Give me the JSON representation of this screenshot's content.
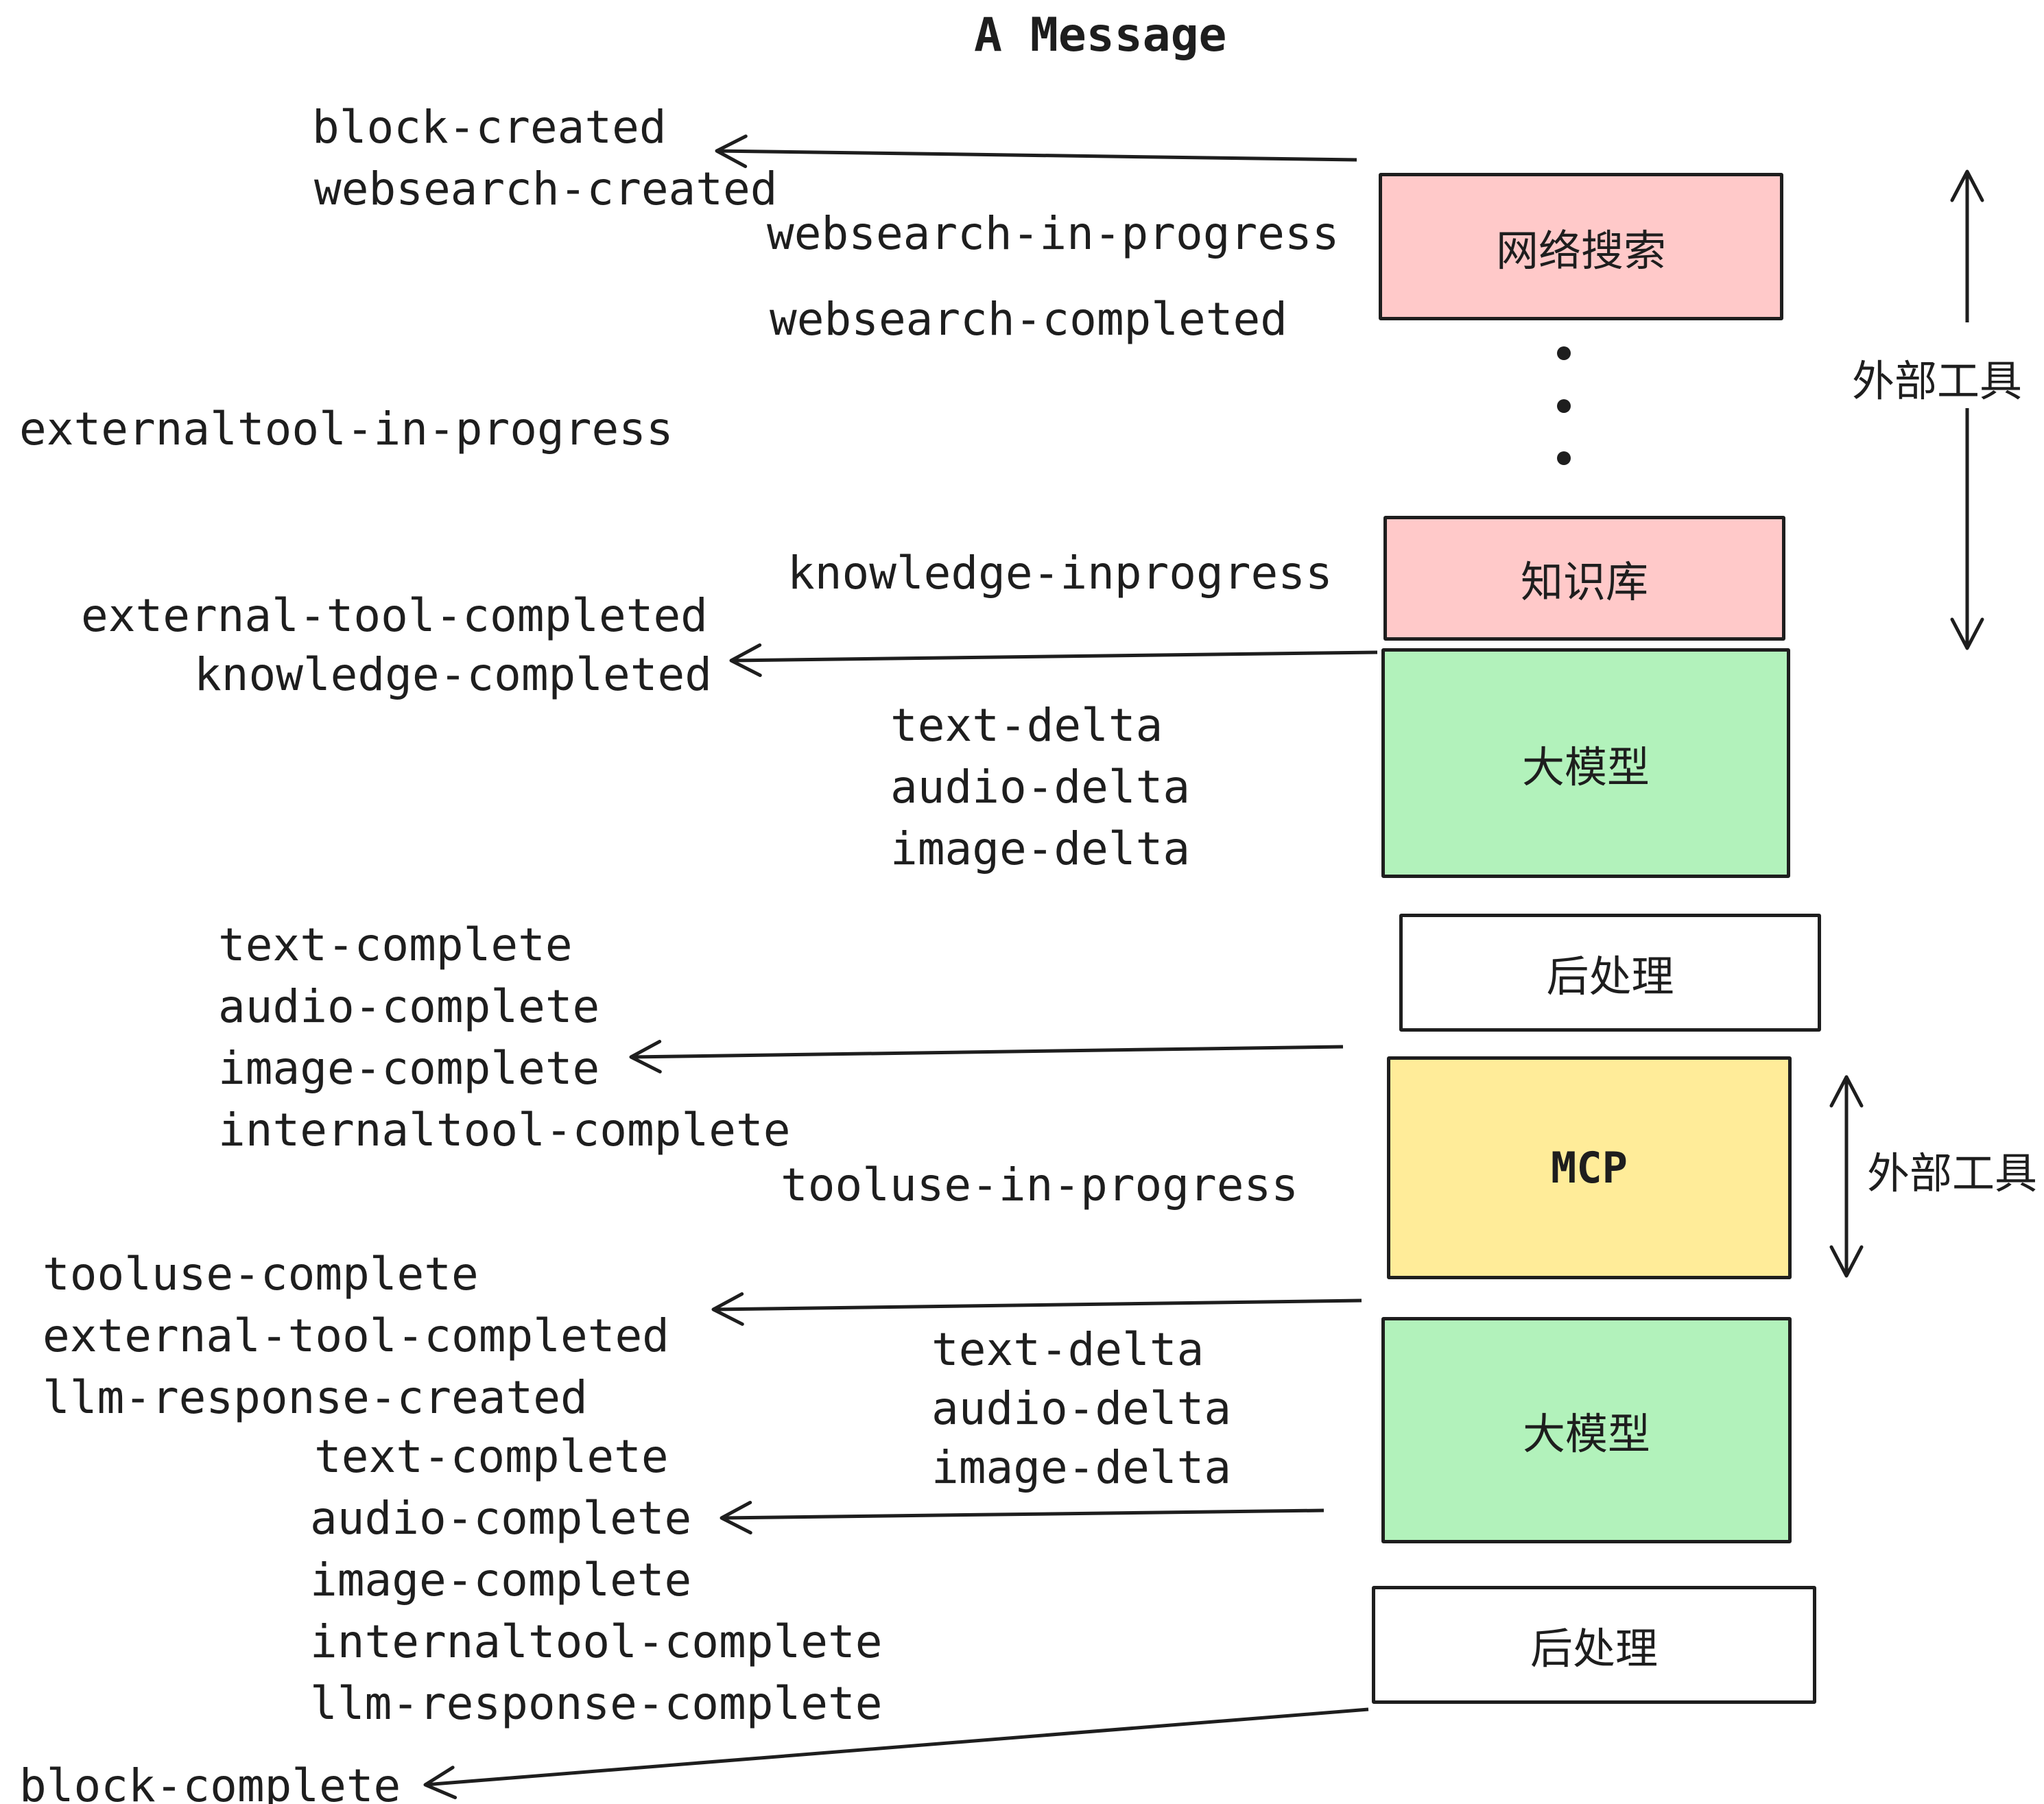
{
  "title": "A Message",
  "events": {
    "block_created": "block-created",
    "websearch_created": "websearch-created",
    "websearch_in_progress": "websearch-in-progress",
    "websearch_completed": "websearch-completed",
    "externaltool_in_progress": "externaltool-in-progress",
    "knowledge_inprogress": "knowledge-inprogress",
    "external_tool_completed": "external-tool-completed",
    "knowledge_completed": "knowledge-completed",
    "text_delta": "text-delta",
    "audio_delta": "audio-delta",
    "image_delta": "image-delta",
    "text_complete": "text-complete",
    "audio_complete": "audio-complete",
    "image_complete": "image-complete",
    "internaltool_complete": "internaltool-complete",
    "tooluse_in_progress": "tooluse-in-progress",
    "tooluse_complete": "tooluse-complete",
    "external_tool_completed_2": "external-tool-completed",
    "llm_response_created": "llm-response-created",
    "text_delta_2": "text-delta",
    "audio_delta_2": "audio-delta",
    "image_delta_2": "image-delta",
    "text_complete_2": "text-complete",
    "audio_complete_2": "audio-complete",
    "image_complete_2": "image-complete",
    "internaltool_complete_2": "internaltool-complete",
    "llm_response_complete": "llm-response-complete",
    "block_complete": "block-complete"
  },
  "boxes": {
    "websearch": {
      "label": "网络搜索",
      "color": "#ffc9c9"
    },
    "knowledge": {
      "label": "知识库",
      "color": "#ffc9c9"
    },
    "llm1": {
      "label": "大模型",
      "color": "#b2f2bb"
    },
    "post1": {
      "label": "后处理",
      "color": "#ffffff"
    },
    "mcp": {
      "label": "MCP",
      "color": "#ffec99"
    },
    "llm2": {
      "label": "大模型",
      "color": "#b2f2bb"
    },
    "post2": {
      "label": "后处理",
      "color": "#ffffff"
    }
  },
  "annotations": {
    "external_tool_top": "外部工具",
    "external_tool_bottom": "外部工具"
  },
  "colors": {
    "stroke": "#1e1e1e",
    "pink": "#ffc9c9",
    "green": "#b2f2bb",
    "yellow": "#ffec99",
    "white": "#ffffff"
  }
}
